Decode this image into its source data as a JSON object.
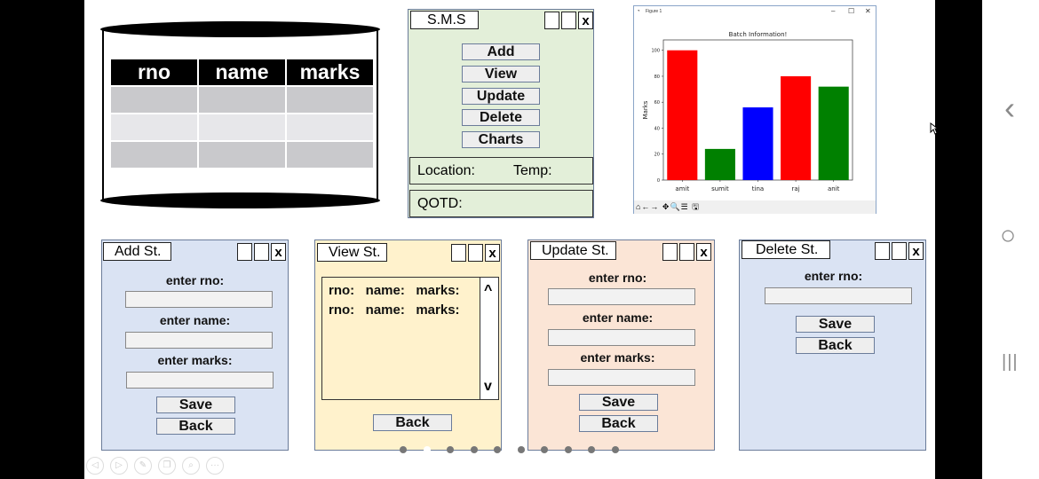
{
  "db": {
    "headers": [
      "rno",
      "name",
      "marks"
    ]
  },
  "sms": {
    "title": "S.M.S",
    "close": "x",
    "buttons": [
      "Add",
      "View",
      "Update",
      "Delete",
      "Charts"
    ],
    "location_label": "Location:",
    "temp_label": "Temp:",
    "qotd_label": "QOTD:"
  },
  "figure": {
    "window_title": "Figure 1",
    "minimize": "–",
    "maximize": "☐",
    "close": "✕",
    "toolbar_icons": [
      "home-icon",
      "back-icon",
      "forward-icon",
      "pan-icon",
      "zoom-icon",
      "configure-icon",
      "save-icon"
    ],
    "toolbar": "⌂←→ ✥🔍☰ 🖫"
  },
  "chart_data": {
    "type": "bar",
    "title": "Batch Information!",
    "xlabel": "",
    "ylabel": "Marks",
    "categories": [
      "amit",
      "sumit",
      "tina",
      "raj",
      "anit"
    ],
    "values": [
      100,
      24,
      56,
      80,
      72
    ],
    "colors": [
      "#ff0000",
      "#008000",
      "#0000ff",
      "#ff0000",
      "#008000"
    ],
    "yticks": [
      0,
      20,
      40,
      60,
      80,
      100
    ],
    "ylim": [
      0,
      108
    ],
    "grid": false
  },
  "add_window": {
    "title": "Add St.",
    "close": "x",
    "labels": [
      "enter rno:",
      "enter name:",
      "enter marks:"
    ],
    "save": "Save",
    "back": "Back"
  },
  "view_window": {
    "title": "View St.",
    "close": "x",
    "rows": [
      "rno:   name:   marks:",
      "rno:   name:   marks:"
    ],
    "scroll_up": "^",
    "scroll_down": "v",
    "back": "Back"
  },
  "update_window": {
    "title": "Update St.",
    "close": "x",
    "labels": [
      "enter rno:",
      "enter name:",
      "enter marks:"
    ],
    "save": "Save",
    "back": "Back"
  },
  "delete_window": {
    "title": "Delete St.",
    "close": "x",
    "labels": [
      "enter rno:"
    ],
    "save": "Save",
    "back": "Back"
  },
  "slideshow": {
    "dot_count": 10,
    "active_dot": 1,
    "icons": [
      "prev-icon",
      "play-icon",
      "pen-icon",
      "copy-icon",
      "zoom-icon",
      "more-icon"
    ],
    "icon_glyphs": [
      "◁",
      "▷",
      "✎",
      "❐",
      "⌕",
      "···"
    ]
  },
  "android_nav": {
    "back": "‹",
    "home": "○",
    "recents": "|||"
  },
  "colors": {
    "sms_bg": "#e3efd9",
    "add_bg": "#dae3f3",
    "view_bg": "#fff2cc",
    "update_bg": "#fbe5d6",
    "delete_bg": "#dae3f3"
  }
}
